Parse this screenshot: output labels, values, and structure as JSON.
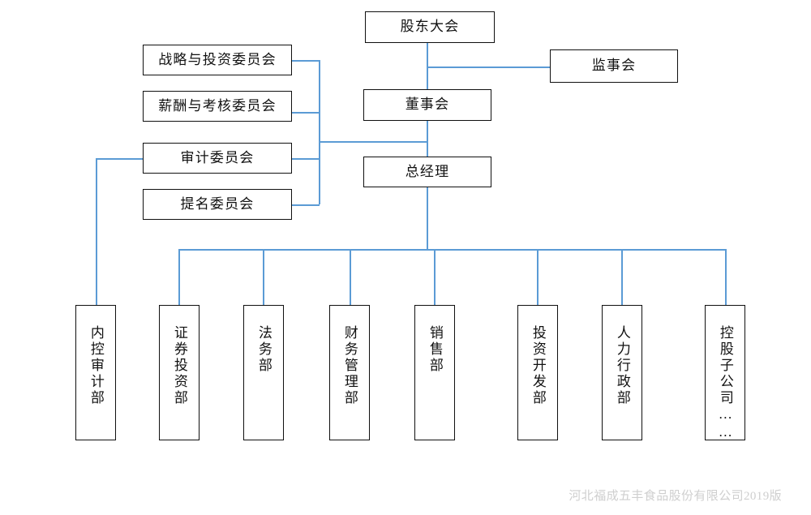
{
  "chart_data": {
    "type": "diagram",
    "subtype": "organization-chart",
    "title": "",
    "orientation": "top-down",
    "line_color": "#5b9bd5",
    "box_border_color": "#101010",
    "background": "#ffffff",
    "nodes": [
      {
        "id": "shareholders",
        "label": "股东大会",
        "level": 0,
        "text_direction": "horizontal"
      },
      {
        "id": "supervisory",
        "label": "监事会",
        "level": 1,
        "text_direction": "horizontal"
      },
      {
        "id": "board",
        "label": "董事会",
        "level": 1,
        "text_direction": "horizontal"
      },
      {
        "id": "gm",
        "label": "总经理",
        "level": 2,
        "text_direction": "horizontal"
      },
      {
        "id": "cmt_strategy",
        "label": "战略与投资委员会",
        "level": 1,
        "text_direction": "horizontal"
      },
      {
        "id": "cmt_comp",
        "label": "薪酬与考核委员会",
        "level": 1,
        "text_direction": "horizontal"
      },
      {
        "id": "cmt_audit",
        "label": "审计委员会",
        "level": 1,
        "text_direction": "horizontal"
      },
      {
        "id": "cmt_nomin",
        "label": "提名委员会",
        "level": 1,
        "text_direction": "horizontal"
      },
      {
        "id": "dept_internal_audit",
        "label": "内控审计部",
        "level": 3,
        "text_direction": "vertical"
      },
      {
        "id": "dept_securities",
        "label": "证券投资部",
        "level": 3,
        "text_direction": "vertical"
      },
      {
        "id": "dept_legal",
        "label": "法务部",
        "level": 3,
        "text_direction": "vertical"
      },
      {
        "id": "dept_finance",
        "label": "财务管理部",
        "level": 3,
        "text_direction": "vertical"
      },
      {
        "id": "dept_sales",
        "label": "销售部",
        "level": 3,
        "text_direction": "vertical"
      },
      {
        "id": "dept_investment",
        "label": "投资开发部",
        "level": 3,
        "text_direction": "vertical"
      },
      {
        "id": "dept_hr",
        "label": "人力行政部",
        "level": 3,
        "text_direction": "vertical"
      },
      {
        "id": "dept_subsidiaries",
        "label": "控股子公司……",
        "level": 3,
        "text_direction": "vertical"
      }
    ],
    "edges": [
      {
        "from": "shareholders",
        "to": "board"
      },
      {
        "from": "shareholders",
        "to": "supervisory"
      },
      {
        "from": "board",
        "to": "gm"
      },
      {
        "from": "board",
        "to": "cmt_strategy"
      },
      {
        "from": "board",
        "to": "cmt_comp"
      },
      {
        "from": "board",
        "to": "cmt_audit"
      },
      {
        "from": "board",
        "to": "cmt_nomin"
      },
      {
        "from": "cmt_audit",
        "to": "dept_internal_audit"
      },
      {
        "from": "gm",
        "to": "dept_securities"
      },
      {
        "from": "gm",
        "to": "dept_legal"
      },
      {
        "from": "gm",
        "to": "dept_finance"
      },
      {
        "from": "gm",
        "to": "dept_sales"
      },
      {
        "from": "gm",
        "to": "dept_investment"
      },
      {
        "from": "gm",
        "to": "dept_hr"
      },
      {
        "from": "gm",
        "to": "dept_subsidiaries"
      }
    ]
  },
  "nodes": {
    "shareholders": "股东大会",
    "supervisory": "监事会",
    "board": "董事会",
    "gm": "总经理",
    "cmt_strategy": "战略与投资委员会",
    "cmt_comp": "薪酬与考核委员会",
    "cmt_audit": "审计委员会",
    "cmt_nomin": "提名委员会",
    "dept_internal_audit": "内控审计部",
    "dept_securities": "证券投资部",
    "dept_legal": "法务部",
    "dept_finance": "财务管理部",
    "dept_sales": "销售部",
    "dept_investment": "投资开发部",
    "dept_hr": "人力行政部",
    "dept_subsidiaries": "控股子公司……"
  },
  "footer": {
    "text": "河北福成五丰食品股份有限公司2019版"
  }
}
